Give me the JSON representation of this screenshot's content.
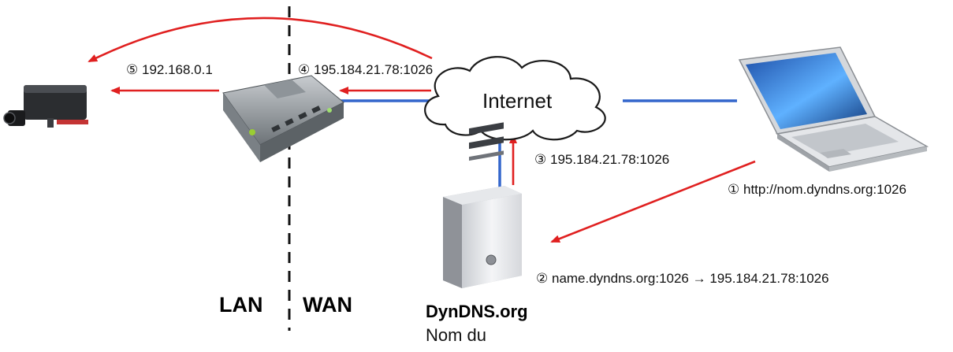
{
  "zones": {
    "lan": "LAN",
    "wan": "WAN"
  },
  "cloud": {
    "label": "Internet"
  },
  "server": {
    "name": "DynDNS.org",
    "subtitle": "Nom du"
  },
  "steps": [
    {
      "marker": "①",
      "text": "http://nom.dyndns.org:1026"
    },
    {
      "marker": "②",
      "text": "name.dyndns.org:1026 → 195.184.21.78:1026"
    },
    {
      "marker": "③",
      "text": "195.184.21.78:1026"
    },
    {
      "marker": "④",
      "text": "195.184.21.78:1026"
    },
    {
      "marker": "⑤",
      "text": "192.168.0.1"
    }
  ],
  "colors": {
    "arrow": "#e02020",
    "link": "#3366cc",
    "divider": "#111111"
  },
  "icons": [
    "ip-camera-icon",
    "router-icon",
    "cloud-icon",
    "server-icon",
    "laptop-icon"
  ]
}
